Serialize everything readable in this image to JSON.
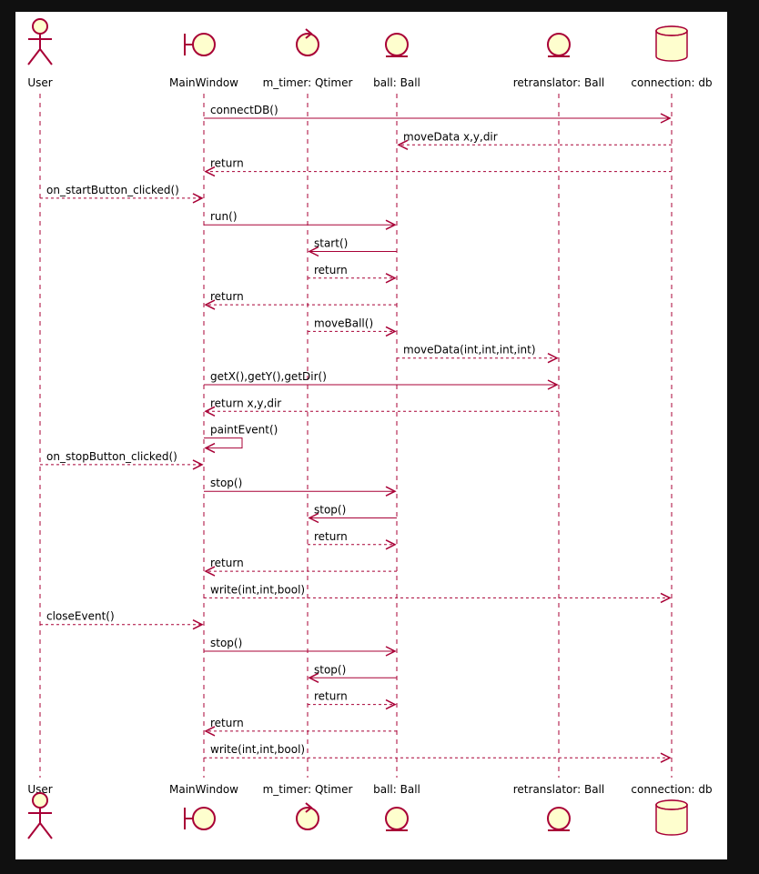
{
  "colors": {
    "line": "#A80036",
    "fill": "#FEFECE",
    "background": "#FFFFFF",
    "outer": "#101010",
    "text": "#000000"
  },
  "participants": [
    {
      "id": "user",
      "label": "User",
      "shape": "actor"
    },
    {
      "id": "mainwindow",
      "label": "MainWindow",
      "shape": "boundary"
    },
    {
      "id": "timer",
      "label": "m_timer: Qtimer",
      "shape": "control"
    },
    {
      "id": "ball",
      "label": "ball: Ball",
      "shape": "entity"
    },
    {
      "id": "retranslator",
      "label": "retranslator: Ball",
      "shape": "entity"
    },
    {
      "id": "db",
      "label": "connection: db",
      "shape": "database"
    }
  ],
  "messages": [
    {
      "from": "mainwindow",
      "to": "db",
      "label": "connectDB()",
      "style": "solid"
    },
    {
      "from": "db",
      "to": "ball",
      "label": "moveData x,y,dir",
      "style": "dashed"
    },
    {
      "from": "db",
      "to": "mainwindow",
      "label": "return",
      "style": "dashed"
    },
    {
      "from": "user",
      "to": "mainwindow",
      "label": "on_startButton_clicked()",
      "style": "dashed"
    },
    {
      "from": "mainwindow",
      "to": "ball",
      "label": "run()",
      "style": "solid"
    },
    {
      "from": "ball",
      "to": "timer",
      "label": "start()",
      "style": "solid"
    },
    {
      "from": "timer",
      "to": "ball",
      "label": "return",
      "style": "dashed"
    },
    {
      "from": "ball",
      "to": "mainwindow",
      "label": "return",
      "style": "dashed"
    },
    {
      "from": "timer",
      "to": "ball",
      "label": "moveBall()",
      "style": "dashed"
    },
    {
      "from": "ball",
      "to": "retranslator",
      "label": "moveData(int,int,int,int)",
      "style": "dashed"
    },
    {
      "from": "mainwindow",
      "to": "retranslator",
      "label": "getX(),getY(),getDir()",
      "style": "solid"
    },
    {
      "from": "retranslator",
      "to": "mainwindow",
      "label": "return x,y,dir",
      "style": "dashed"
    },
    {
      "from": "mainwindow",
      "to": "mainwindow",
      "label": "paintEvent()",
      "style": "solid",
      "self": true
    },
    {
      "from": "user",
      "to": "mainwindow",
      "label": "on_stopButton_clicked()",
      "style": "dashed"
    },
    {
      "from": "mainwindow",
      "to": "ball",
      "label": "stop()",
      "style": "solid"
    },
    {
      "from": "ball",
      "to": "timer",
      "label": "stop()",
      "style": "solid"
    },
    {
      "from": "timer",
      "to": "ball",
      "label": "return",
      "style": "dashed"
    },
    {
      "from": "ball",
      "to": "mainwindow",
      "label": "return",
      "style": "dashed"
    },
    {
      "from": "mainwindow",
      "to": "db",
      "label": "write(int,int,bool)",
      "style": "dashed"
    },
    {
      "from": "user",
      "to": "mainwindow",
      "label": "closeEvent()",
      "style": "dashed"
    },
    {
      "from": "mainwindow",
      "to": "ball",
      "label": "stop()",
      "style": "solid"
    },
    {
      "from": "ball",
      "to": "timer",
      "label": "stop()",
      "style": "solid"
    },
    {
      "from": "timer",
      "to": "ball",
      "label": "return",
      "style": "dashed"
    },
    {
      "from": "ball",
      "to": "mainwindow",
      "label": "return",
      "style": "dashed"
    },
    {
      "from": "mainwindow",
      "to": "db",
      "label": "write(int,int,bool)",
      "style": "dashed"
    }
  ]
}
